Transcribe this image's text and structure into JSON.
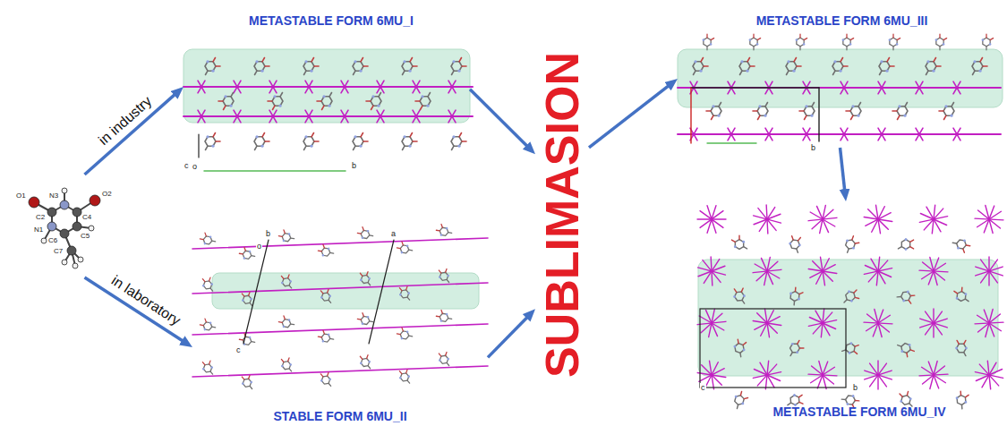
{
  "diagram": {
    "nodes": [
      {
        "text": [
          "O1",
          "N3",
          "O2",
          "C2",
          "C4",
          "N1",
          "C5",
          "C6",
          "C7"
        ]
      },
      {
        "text": [
          "METASTABLE FORM 6MU_I"
        ]
      },
      {
        "text": [
          "STABLE FORM 6MU_II"
        ]
      },
      {
        "text": [
          "SUBLIMASION"
        ]
      },
      {
        "text": [
          "METASTABLE FORM 6MU_III"
        ]
      },
      {
        "text": [
          "METASTABLE FORM 6MU_IV"
        ]
      }
    ],
    "edges": [
      {
        "from": 0,
        "to": 1,
        "arrow": "to",
        "label": "in industry"
      },
      {
        "from": 0,
        "to": 2,
        "arrow": "to",
        "label": "in laboratory"
      },
      {
        "from": 1,
        "to": 3,
        "arrow": "to"
      },
      {
        "from": 2,
        "to": 3,
        "arrow": "to"
      },
      {
        "from": 3,
        "to": 4,
        "arrow": "to"
      },
      {
        "from": 4,
        "to": 5,
        "arrow": "to"
      }
    ],
    "labels": [
      "c",
      "o",
      "b",
      "b",
      "o",
      "a",
      "c",
      "b",
      "c",
      "b"
    ]
  }
}
